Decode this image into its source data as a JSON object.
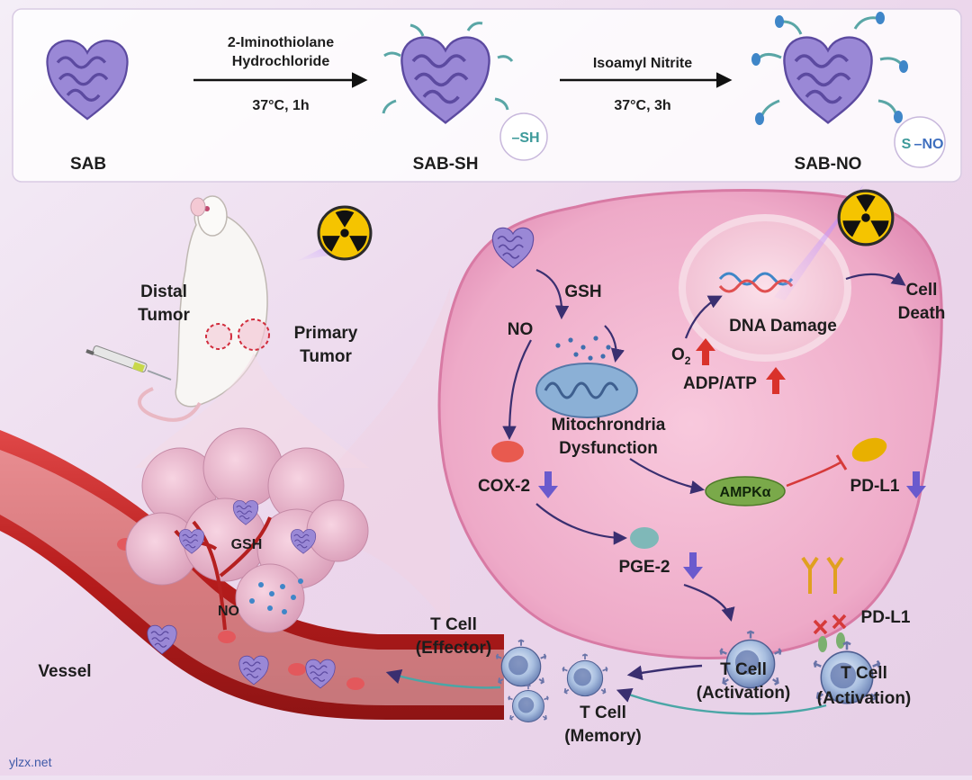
{
  "synthesis": {
    "step1_reagent_line1": "2-Iminothiolane",
    "step1_reagent_line2": "Hydrochloride",
    "step1_condition": "37°C, 1h",
    "step2_reagent": "Isoamyl Nitrite",
    "step2_condition": "37°C, 3h",
    "sab_label": "SAB",
    "sabsh_label": "SAB-SH",
    "sabno_label": "SAB-NO",
    "sh_group": "–SH",
    "sno_group_s": "S",
    "sno_group_no": "–NO"
  },
  "mouse": {
    "distal_line1": "Distal",
    "distal_line2": "Tumor",
    "primary_line1": "Primary",
    "primary_line2": "Tumor"
  },
  "tumor": {
    "gsh": "GSH",
    "no": "NO",
    "vessel": "Vessel"
  },
  "cell": {
    "gsh": "GSH",
    "no": "NO",
    "mito_line1": "Mitochrondria",
    "mito_line2": "Dysfunction",
    "o2": "O",
    "o2_sub": "2",
    "adp_atp": "ADP/ATP",
    "dna_damage": "DNA Damage",
    "cell_death_line1": "Cell",
    "cell_death_line2": "Death",
    "cox2": "COX-2",
    "ampk": "AMPKα",
    "pdl1": "PD-L1",
    "pge2": "PGE-2",
    "pdl1_outer": "PD-L1"
  },
  "tcells": {
    "effector_line1": "T Cell",
    "effector_line2": "(Effector)",
    "memory_line1": "T Cell",
    "memory_line2": "(Memory)",
    "activation1_line1": "T Cell",
    "activation1_line2": "(Activation)",
    "activation2_line1": "T Cell",
    "activation2_line2": "(Activation)"
  },
  "watermark": "ylzx.net",
  "colors": {
    "protein": "#8a78c8",
    "cell_body": "#f2b7d2",
    "arrow": "#4b3a82",
    "down_arrow": "#6a5acd",
    "up_arrow": "#d9322b",
    "inhibit": "#d63a3a",
    "vessel": "#c62828",
    "ampk": "#6a9a3e",
    "pdl1_blob": "#e8b000",
    "cox2_blob": "#e85a4f",
    "pge2_blob": "#7fb8b8",
    "hazard": "#f5c400"
  }
}
